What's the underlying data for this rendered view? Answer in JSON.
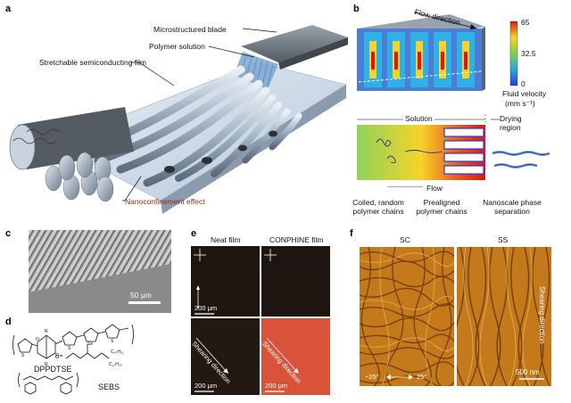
{
  "panels": {
    "a": {
      "letter": "a",
      "labels": {
        "blade": "Microstructured blade",
        "solution": "Polymer solution",
        "film": "Stretchable semiconducting film",
        "nano": "Nanoconfinement effect"
      }
    },
    "b": {
      "letter": "b",
      "flow_direction": "Flow direction",
      "colorbar": {
        "max": "65",
        "mid": "32.5",
        "min": "0",
        "title": "Fluid velocity",
        "unit": "(mm s⁻¹)"
      },
      "solution": "Solution",
      "drying": "Drying region",
      "flow": "Flow",
      "stages": [
        "Coiled, random polymer chains",
        "Prealigned polymer chains",
        "Nanoscale phase separation"
      ]
    },
    "c": {
      "letter": "c",
      "scale": "50 μm"
    },
    "d": {
      "letter": "d",
      "name1": "DPPDTSE",
      "name2": "SEBS",
      "r_group": "R="
    },
    "e": {
      "letter": "e",
      "col1": "Neat film",
      "col2": "CONPHINE film",
      "scale": "200 μm",
      "shearing": "Shearing direction"
    },
    "f": {
      "letter": "f",
      "col1": "SC",
      "col2": "SS",
      "shearing": "Shearing direction",
      "angle_neg": "−25°",
      "angle_pos": "25°",
      "scale": "500 nm"
    }
  },
  "colors": {
    "afm": "#c47a1a",
    "afm_dark": "#6b3408",
    "polarized_bright": "#d9533a",
    "dark_film": "#1e1510",
    "sem": "#8a8a8a",
    "velocity_low": "#2a3bd1",
    "velocity_high": "#d7191c",
    "nano_text": "#8b2a12"
  }
}
